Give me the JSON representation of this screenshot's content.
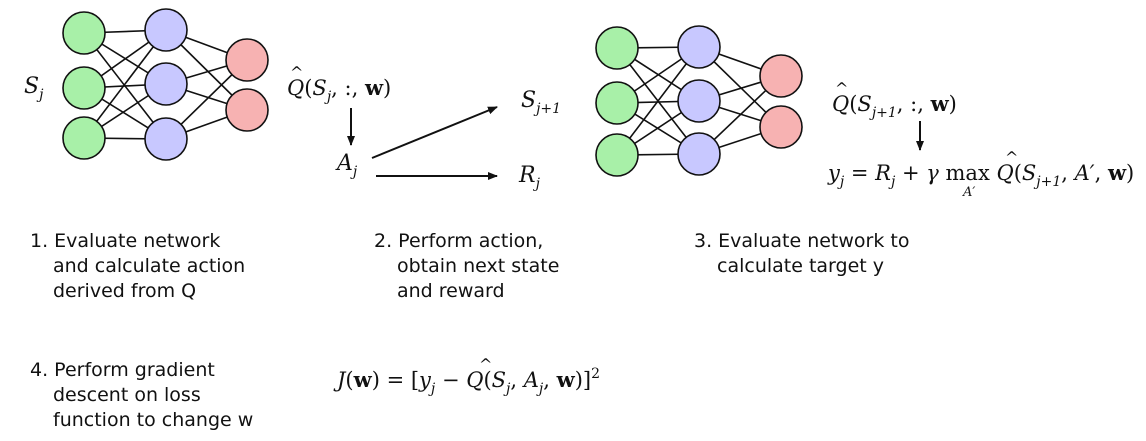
{
  "colors": {
    "input_node": "#a8f0a8",
    "hidden_node": "#c8c8ff",
    "output_node": "#f7b2b2",
    "stroke": "#111111"
  },
  "labels": {
    "sj": "Sj",
    "q_hat_sj": "Q̂(Sj, :, w)",
    "aj": "Aj",
    "sj1": "Sj+1",
    "rj": "Rj",
    "q_hat_sj1": "Q̂(Sj+1, :, w)",
    "target_formula": "yj = Rj + γ max_{A′} Q̂(Sj+1, A′, w)",
    "loss_formula": "J(w) = [yj − Q̂(Sj, Aj, w)]²"
  },
  "steps": {
    "step1": [
      "1. Evaluate network",
      "and calculate action",
      "derived from Q"
    ],
    "step2": [
      "2. Perform action,",
      "obtain next state",
      "and reward"
    ],
    "step3": [
      "3. Evaluate network to",
      "calculate target y"
    ],
    "step4": [
      "4. Perform gradient",
      "descent on loss",
      "function to change w"
    ]
  }
}
